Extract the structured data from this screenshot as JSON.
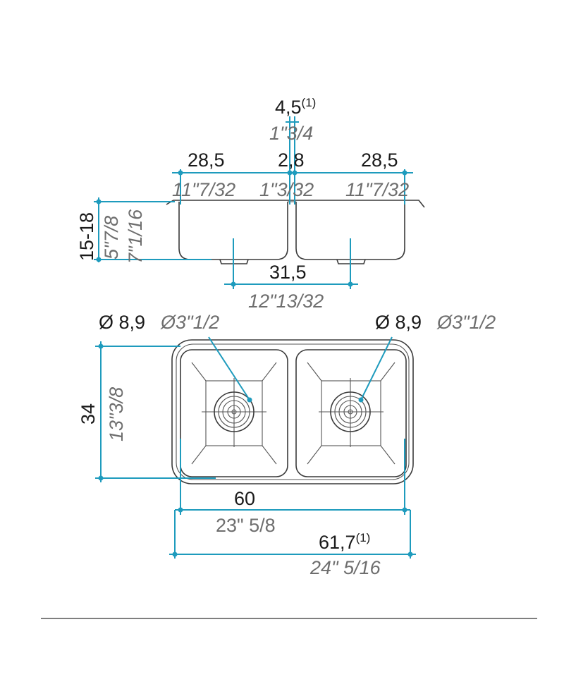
{
  "colors": {
    "dimension": "#1e9bbd",
    "metric_text": "#1a1a1a",
    "imperial_text": "#6e6e6e",
    "outline": "#3a3a3a"
  },
  "labels": {
    "overflow_gap_metric": "4,5",
    "overflow_gap_note": "(1)",
    "overflow_gap_imperial": "1\"3/4",
    "left_bowl_width_metric": "28,5",
    "left_bowl_width_imperial": "11\"7/32",
    "divider_width_metric": "2,8",
    "divider_width_imperial": "1\"3/32",
    "right_bowl_width_metric": "28,5",
    "right_bowl_width_imperial": "11\"7/32",
    "depth_metric": "15-18",
    "depth_imperial_min": "5\"7/8",
    "depth_imperial_max": "7\"1/16",
    "drain_spacing_metric": "31,5",
    "drain_spacing_imperial": "12\"13/32",
    "left_drain_diameter_metric": "Ø 8,9",
    "left_drain_diameter_imperial": "Ø3\"1/2",
    "right_drain_diameter_metric": "Ø 8,9",
    "right_drain_diameter_imperial": "Ø3\"1/2",
    "height_metric": "34",
    "height_imperial": "13\"3/8",
    "inner_width_metric": "60",
    "inner_width_imperial": "23\" 5/8",
    "overall_width_metric": "61,7",
    "overall_width_note": "(1)",
    "overall_width_imperial": "24\" 5/16"
  }
}
